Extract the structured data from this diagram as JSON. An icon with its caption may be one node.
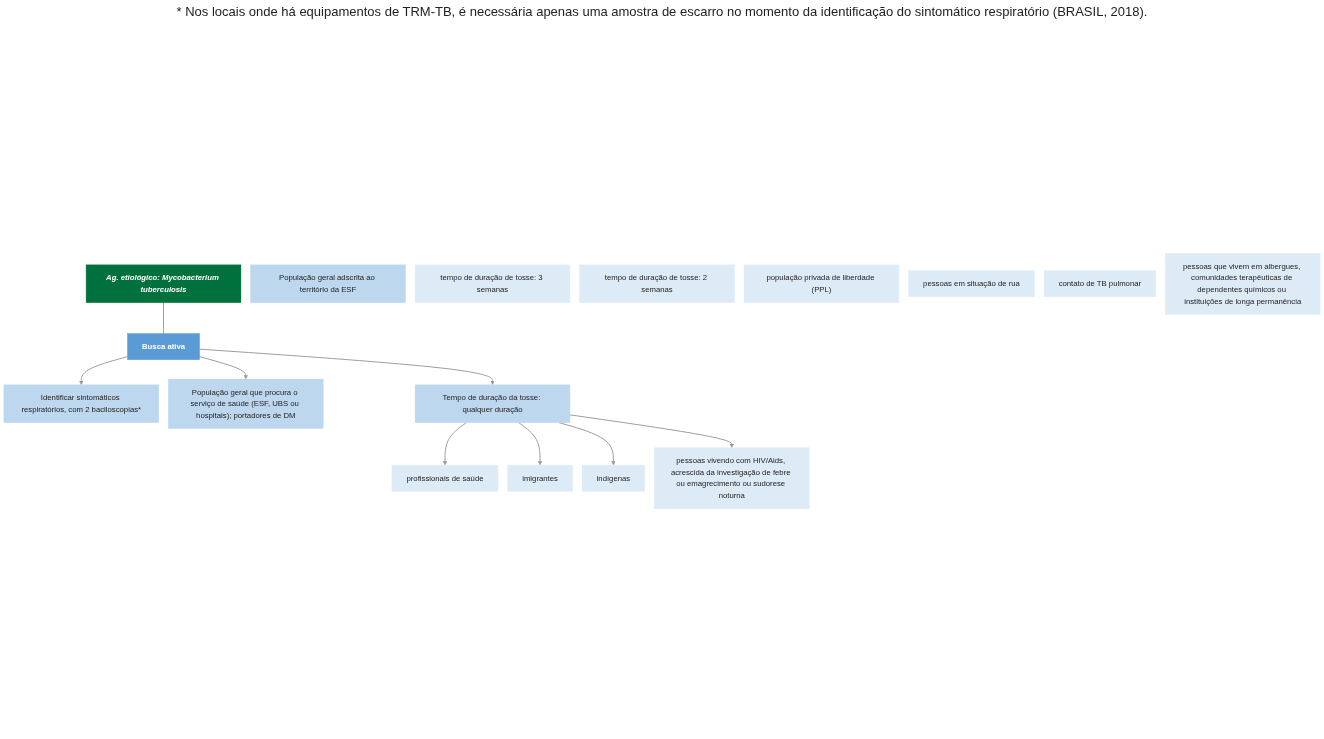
{
  "diagram": {
    "nodes": [
      {
        "text": [
          "Ag. etiológico: Mycobacterium tuberculosis"
        ]
      },
      {
        "text": [
          "Busca ativa"
        ]
      },
      {
        "text": [
          "Identificar sintomáticos respiratórios, com 2 baciloscopias*"
        ]
      },
      {
        "text": [
          "População geral adscrita ao território da ESF"
        ]
      },
      {
        "text": [
          "População geral que procura o serviço de saúde (ESF, UBS ou hospitais); portadores de DM"
        ]
      },
      {
        "text": [
          "tempo de duração de tosse: 3 semanas"
        ]
      },
      {
        "text": [
          "tempo de duração de tosse: 2 semanas"
        ]
      },
      {
        "text": [
          "Tempo de duração da tosse: qualquer duração"
        ]
      },
      {
        "text": [
          "população privada de liberdade (PPL)"
        ]
      },
      {
        "text": [
          "pessoas em situação de rua"
        ]
      },
      {
        "text": [
          "contato de TB pulmonar"
        ]
      },
      {
        "text": [
          "profissionais de saúde"
        ]
      },
      {
        "text": [
          "imigrantes"
        ]
      },
      {
        "text": [
          "indígenas"
        ]
      },
      {
        "text": [
          "pessoas vivendo com HIV/Aids, acrescida da investigação de febre ou emagrecimento ou sudorese noturna"
        ]
      },
      {
        "text": [
          "pessoas que vivem em albergues, comunidades terapêuticas de dependentes químicos ou instituições de longa permanência"
        ]
      }
    ],
    "edges": [
      {
        "from": 0,
        "to": 1,
        "arrow": "none"
      },
      {
        "from": 1,
        "to": 2,
        "arrow": "to"
      },
      {
        "from": 1,
        "to": 4,
        "arrow": "to"
      },
      {
        "from": 1,
        "to": 7,
        "arrow": "to"
      },
      {
        "from": 7,
        "to": 11,
        "arrow": "to"
      },
      {
        "from": 7,
        "to": 12,
        "arrow": "to"
      },
      {
        "from": 7,
        "to": 13,
        "arrow": "to"
      },
      {
        "from": 7,
        "to": 14,
        "arrow": "to"
      }
    ],
    "labels": [
      "* Nos locais onde há equipamentos de TRM-TB, é necessária apenas uma amostra de escarro no momento da identificação do sintomático respiratório (BRASIL, 2018)."
    ]
  }
}
